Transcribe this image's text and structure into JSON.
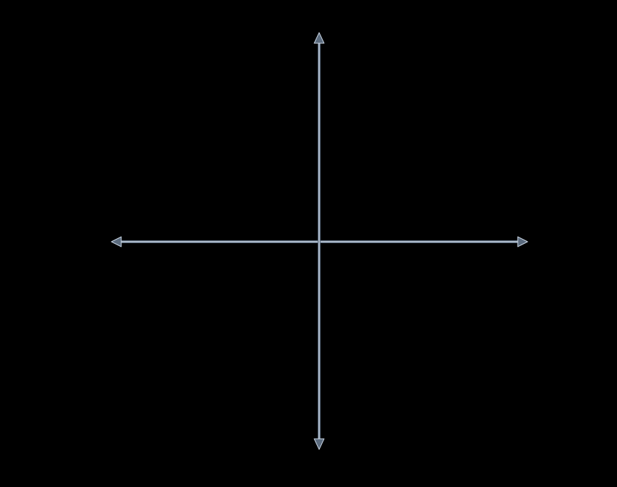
{
  "diagram": {
    "type": "coordinate-axes",
    "background_color": "#000000",
    "axis_color": "#5b6b7e",
    "axis_highlight_color": "#c8d4e2",
    "arrowheads": [
      "left",
      "right",
      "up",
      "down"
    ],
    "labels": []
  }
}
